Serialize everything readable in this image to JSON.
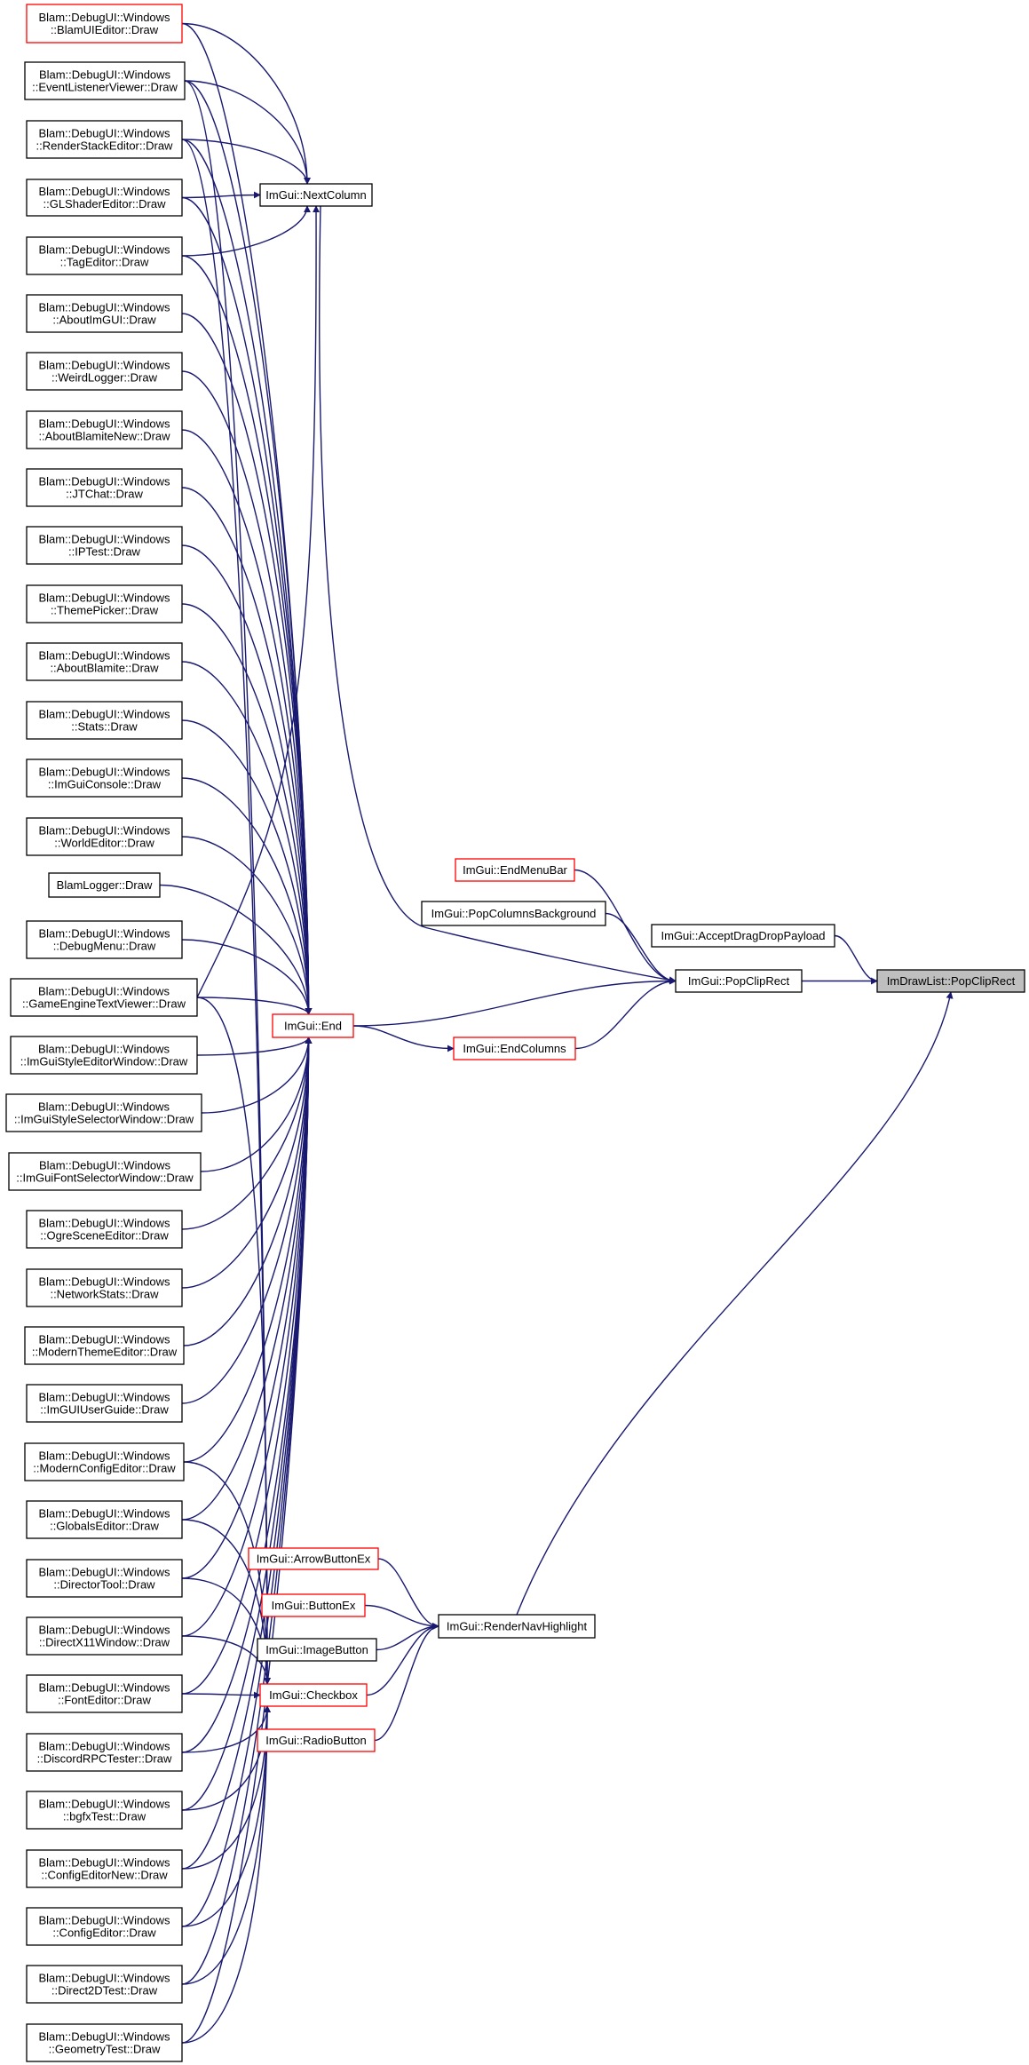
{
  "colors": {
    "edge": "#191970",
    "node_border": "#000000",
    "node_border_truncated": "#ff0000",
    "focus_fill": "#bfbfbf"
  },
  "nodes": [
    {
      "id": "blamui",
      "lines": [
        "Blam::DebugUI::Windows",
        "::BlamUIEditor::Draw"
      ],
      "truncated": true
    },
    {
      "id": "eventlistener",
      "lines": [
        "Blam::DebugUI::Windows",
        "::EventListenerViewer::Draw"
      ],
      "truncated": false
    },
    {
      "id": "renderstack",
      "lines": [
        "Blam::DebugUI::Windows",
        "::RenderStackEditor::Draw"
      ],
      "truncated": false
    },
    {
      "id": "glshader",
      "lines": [
        "Blam::DebugUI::Windows",
        "::GLShaderEditor::Draw"
      ],
      "truncated": false
    },
    {
      "id": "tageditor",
      "lines": [
        "Blam::DebugUI::Windows",
        "::TagEditor::Draw"
      ],
      "truncated": false
    },
    {
      "id": "aboutimgui",
      "lines": [
        "Blam::DebugUI::Windows",
        "::AboutImGUI::Draw"
      ],
      "truncated": false
    },
    {
      "id": "weirdlogger",
      "lines": [
        "Blam::DebugUI::Windows",
        "::WeirdLogger::Draw"
      ],
      "truncated": false
    },
    {
      "id": "aboutblamitenew",
      "lines": [
        "Blam::DebugUI::Windows",
        "::AboutBlamiteNew::Draw"
      ],
      "truncated": false
    },
    {
      "id": "jtchat",
      "lines": [
        "Blam::DebugUI::Windows",
        "::JTChat::Draw"
      ],
      "truncated": false
    },
    {
      "id": "iptest",
      "lines": [
        "Blam::DebugUI::Windows",
        "::IPTest::Draw"
      ],
      "truncated": false
    },
    {
      "id": "themepicker",
      "lines": [
        "Blam::DebugUI::Windows",
        "::ThemePicker::Draw"
      ],
      "truncated": false
    },
    {
      "id": "aboutblamite",
      "lines": [
        "Blam::DebugUI::Windows",
        "::AboutBlamite::Draw"
      ],
      "truncated": false
    },
    {
      "id": "stats",
      "lines": [
        "Blam::DebugUI::Windows",
        "::Stats::Draw"
      ],
      "truncated": false
    },
    {
      "id": "imguiconsole",
      "lines": [
        "Blam::DebugUI::Windows",
        "::ImGuiConsole::Draw"
      ],
      "truncated": false
    },
    {
      "id": "worldeditor",
      "lines": [
        "Blam::DebugUI::Windows",
        "::WorldEditor::Draw"
      ],
      "truncated": false
    },
    {
      "id": "blamlogger",
      "lines": [
        "BlamLogger::Draw"
      ],
      "truncated": false
    },
    {
      "id": "debugmenu",
      "lines": [
        "Blam::DebugUI::Windows",
        "::DebugMenu::Draw"
      ],
      "truncated": false
    },
    {
      "id": "gameengine",
      "lines": [
        "Blam::DebugUI::Windows",
        "::GameEngineTextViewer::Draw"
      ],
      "truncated": false
    },
    {
      "id": "stylemeditor",
      "lines": [
        "Blam::DebugUI::Windows",
        "::ImGuiStyleEditorWindow::Draw"
      ],
      "truncated": false
    },
    {
      "id": "styleselector",
      "lines": [
        "Blam::DebugUI::Windows",
        "::ImGuiStyleSelectorWindow::Draw"
      ],
      "truncated": false
    },
    {
      "id": "fontselector",
      "lines": [
        "Blam::DebugUI::Windows",
        "::ImGuiFontSelectorWindow::Draw"
      ],
      "truncated": false
    },
    {
      "id": "ogrescene",
      "lines": [
        "Blam::DebugUI::Windows",
        "::OgreSceneEditor::Draw"
      ],
      "truncated": false
    },
    {
      "id": "networkstats",
      "lines": [
        "Blam::DebugUI::Windows",
        "::NetworkStats::Draw"
      ],
      "truncated": false
    },
    {
      "id": "moderntheme",
      "lines": [
        "Blam::DebugUI::Windows",
        "::ModernThemeEditor::Draw"
      ],
      "truncated": false
    },
    {
      "id": "userguide",
      "lines": [
        "Blam::DebugUI::Windows",
        "::ImGUIUserGuide::Draw"
      ],
      "truncated": false
    },
    {
      "id": "modernconfig",
      "lines": [
        "Blam::DebugUI::Windows",
        "::ModernConfigEditor::Draw"
      ],
      "truncated": false
    },
    {
      "id": "globalseditor",
      "lines": [
        "Blam::DebugUI::Windows",
        "::GlobalsEditor::Draw"
      ],
      "truncated": false
    },
    {
      "id": "directortool",
      "lines": [
        "Blam::DebugUI::Windows",
        "::DirectorTool::Draw"
      ],
      "truncated": false
    },
    {
      "id": "directx11",
      "lines": [
        "Blam::DebugUI::Windows",
        "::DirectX11Window::Draw"
      ],
      "truncated": false
    },
    {
      "id": "fonteditor",
      "lines": [
        "Blam::DebugUI::Windows",
        "::FontEditor::Draw"
      ],
      "truncated": false
    },
    {
      "id": "discordrpc",
      "lines": [
        "Blam::DebugUI::Windows",
        "::DiscordRPCTester::Draw"
      ],
      "truncated": false
    },
    {
      "id": "bgfxtest",
      "lines": [
        "Blam::DebugUI::Windows",
        "::bgfxTest::Draw"
      ],
      "truncated": false
    },
    {
      "id": "configeditornew",
      "lines": [
        "Blam::DebugUI::Windows",
        "::ConfigEditorNew::Draw"
      ],
      "truncated": false
    },
    {
      "id": "configeditor",
      "lines": [
        "Blam::DebugUI::Windows",
        "::ConfigEditor::Draw"
      ],
      "truncated": false
    },
    {
      "id": "direct2d",
      "lines": [
        "Blam::DebugUI::Windows",
        "::Direct2DTest::Draw"
      ],
      "truncated": false
    },
    {
      "id": "geometrytest",
      "lines": [
        "Blam::DebugUI::Windows",
        "::GeometryTest::Draw"
      ],
      "truncated": false
    },
    {
      "id": "nextcolumn",
      "lines": [
        "ImGui::NextColumn"
      ],
      "truncated": false
    },
    {
      "id": "end",
      "lines": [
        "ImGui::End"
      ],
      "truncated": true
    },
    {
      "id": "checkbox",
      "lines": [
        "ImGui::Checkbox"
      ],
      "truncated": true
    },
    {
      "id": "arrowbuttonex",
      "lines": [
        "ImGui::ArrowButtonEx"
      ],
      "truncated": true
    },
    {
      "id": "buttonex",
      "lines": [
        "ImGui::ButtonEx"
      ],
      "truncated": true
    },
    {
      "id": "imagebutton",
      "lines": [
        "ImGui::ImageButton"
      ],
      "truncated": false
    },
    {
      "id": "radiobutton",
      "lines": [
        "ImGui::RadioButton"
      ],
      "truncated": true
    },
    {
      "id": "endmenubar",
      "lines": [
        "ImGui::EndMenuBar"
      ],
      "truncated": true
    },
    {
      "id": "popcolumnsbg",
      "lines": [
        "ImGui::PopColumnsBackground"
      ],
      "truncated": false
    },
    {
      "id": "endcolumns",
      "lines": [
        "ImGui::EndColumns"
      ],
      "truncated": true
    },
    {
      "id": "acceptdrag",
      "lines": [
        "ImGui::AcceptDragDropPayload"
      ],
      "truncated": false
    },
    {
      "id": "popcliprect",
      "lines": [
        "ImGui::PopClipRect"
      ],
      "truncated": false
    },
    {
      "id": "rendernav",
      "lines": [
        "ImGui::RenderNavHighlight"
      ],
      "truncated": false
    },
    {
      "id": "drawlistpopcliprect",
      "lines": [
        "ImDrawList::PopClipRect"
      ],
      "truncated": false,
      "focus": true
    }
  ],
  "edges": [
    [
      "blamui",
      "nextcolumn"
    ],
    [
      "eventlistener",
      "nextcolumn"
    ],
    [
      "renderstack",
      "nextcolumn"
    ],
    [
      "glshader",
      "nextcolumn"
    ],
    [
      "tageditor",
      "nextcolumn"
    ],
    [
      "gameengine",
      "nextcolumn"
    ],
    [
      "blamui",
      "end"
    ],
    [
      "eventlistener",
      "end"
    ],
    [
      "renderstack",
      "end"
    ],
    [
      "glshader",
      "end"
    ],
    [
      "tageditor",
      "end"
    ],
    [
      "aboutimgui",
      "end"
    ],
    [
      "weirdlogger",
      "end"
    ],
    [
      "aboutblamitenew",
      "end"
    ],
    [
      "jtchat",
      "end"
    ],
    [
      "iptest",
      "end"
    ],
    [
      "themepicker",
      "end"
    ],
    [
      "aboutblamite",
      "end"
    ],
    [
      "stats",
      "end"
    ],
    [
      "imguiconsole",
      "end"
    ],
    [
      "worldeditor",
      "end"
    ],
    [
      "blamlogger",
      "end"
    ],
    [
      "debugmenu",
      "end"
    ],
    [
      "gameengine",
      "end"
    ],
    [
      "stylemeditor",
      "end"
    ],
    [
      "styleselector",
      "end"
    ],
    [
      "fontselector",
      "end"
    ],
    [
      "ogrescene",
      "end"
    ],
    [
      "networkstats",
      "end"
    ],
    [
      "moderntheme",
      "end"
    ],
    [
      "userguide",
      "end"
    ],
    [
      "modernconfig",
      "end"
    ],
    [
      "globalseditor",
      "end"
    ],
    [
      "directortool",
      "end"
    ],
    [
      "directx11",
      "end"
    ],
    [
      "fonteditor",
      "end"
    ],
    [
      "discordrpc",
      "end"
    ],
    [
      "bgfxtest",
      "end"
    ],
    [
      "configeditornew",
      "end"
    ],
    [
      "configeditor",
      "end"
    ],
    [
      "direct2d",
      "end"
    ],
    [
      "geometrytest",
      "end"
    ],
    [
      "eventlistener",
      "checkbox"
    ],
    [
      "renderstack",
      "checkbox"
    ],
    [
      "gameengine",
      "checkbox"
    ],
    [
      "modernconfig",
      "checkbox"
    ],
    [
      "globalseditor",
      "checkbox"
    ],
    [
      "directortool",
      "checkbox"
    ],
    [
      "directx11",
      "checkbox"
    ],
    [
      "fonteditor",
      "checkbox"
    ],
    [
      "discordrpc",
      "checkbox"
    ],
    [
      "bgfxtest",
      "checkbox"
    ],
    [
      "configeditornew",
      "checkbox"
    ],
    [
      "configeditor",
      "checkbox"
    ],
    [
      "direct2d",
      "checkbox"
    ],
    [
      "geometrytest",
      "checkbox"
    ],
    [
      "nextcolumn",
      "popcliprect"
    ],
    [
      "end",
      "popcliprect"
    ],
    [
      "endmenubar",
      "popcliprect"
    ],
    [
      "popcolumnsbg",
      "popcliprect"
    ],
    [
      "endcolumns",
      "popcliprect"
    ],
    [
      "end",
      "endcolumns"
    ],
    [
      "arrowbuttonex",
      "rendernav"
    ],
    [
      "buttonex",
      "rendernav"
    ],
    [
      "imagebutton",
      "rendernav"
    ],
    [
      "checkbox",
      "rendernav"
    ],
    [
      "radiobutton",
      "rendernav"
    ],
    [
      "acceptdrag",
      "drawlistpopcliprect"
    ],
    [
      "popcliprect",
      "drawlistpopcliprect"
    ],
    [
      "rendernav",
      "drawlistpopcliprect"
    ]
  ]
}
